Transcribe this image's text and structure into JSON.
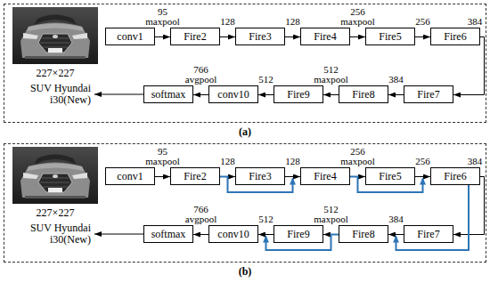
{
  "diagram": {
    "nodes": [
      {
        "text": [
          "(a)"
        ]
      },
      {
        "text": [
          "conv1"
        ],
        "in": 0
      },
      {
        "text": [
          "Fire2"
        ],
        "in": 0
      },
      {
        "text": [
          "Fire3"
        ],
        "in": 0
      },
      {
        "text": [
          "Fire4"
        ],
        "in": 0
      },
      {
        "text": [
          "Fire5"
        ],
        "in": 0
      },
      {
        "text": [
          "Fire6"
        ],
        "in": 0
      },
      {
        "text": [
          "Fire7"
        ],
        "in": 0
      },
      {
        "text": [
          "Fire8"
        ],
        "in": 0
      },
      {
        "text": [
          "Fire9"
        ],
        "in": 0
      },
      {
        "text": [
          "conv10"
        ],
        "in": 0
      },
      {
        "text": [
          "softmax"
        ],
        "in": 0
      },
      {
        "text": [
          "(b)"
        ]
      },
      {
        "text": [
          "conv1"
        ],
        "in": 12
      },
      {
        "text": [
          "Fire2"
        ],
        "in": 12
      },
      {
        "text": [
          "Fire3"
        ],
        "in": 12
      },
      {
        "text": [
          "Fire4"
        ],
        "in": 12
      },
      {
        "text": [
          "Fire5"
        ],
        "in": 12
      },
      {
        "text": [
          "Fire6"
        ],
        "in": 12
      },
      {
        "text": [
          "Fire7"
        ],
        "in": 12
      },
      {
        "text": [
          "Fire8"
        ],
        "in": 12
      },
      {
        "text": [
          "Fire9"
        ],
        "in": 12
      },
      {
        "text": [
          "conv10"
        ],
        "in": 12
      },
      {
        "text": [
          "softmax"
        ],
        "in": 12
      }
    ],
    "edges": [
      {
        "from": 1,
        "to": 2,
        "arrow": "to",
        "label": "95 maxpool"
      },
      {
        "from": 2,
        "to": 3,
        "arrow": "to",
        "label": "128"
      },
      {
        "from": 3,
        "to": 4,
        "arrow": "to",
        "label": "128"
      },
      {
        "from": 4,
        "to": 5,
        "arrow": "to",
        "label": "256 maxpool"
      },
      {
        "from": 5,
        "to": 6,
        "arrow": "to",
        "label": "256"
      },
      {
        "from": 6,
        "to": 7,
        "arrow": "to",
        "label": "384"
      },
      {
        "from": 7,
        "to": 8,
        "arrow": "to",
        "label": "384"
      },
      {
        "from": 8,
        "to": 9,
        "arrow": "to",
        "label": "512 maxpool"
      },
      {
        "from": 9,
        "to": 10,
        "arrow": "to",
        "label": "512"
      },
      {
        "from": 10,
        "to": 11,
        "arrow": "to",
        "label": "766 avgpool"
      },
      {
        "from": 13,
        "to": 14,
        "arrow": "to",
        "label": "95 maxpool"
      },
      {
        "from": 14,
        "to": 15,
        "arrow": "to",
        "label": "128"
      },
      {
        "from": 15,
        "to": 16,
        "arrow": "to",
        "label": "128"
      },
      {
        "from": 16,
        "to": 17,
        "arrow": "to",
        "label": "256 maxpool"
      },
      {
        "from": 17,
        "to": 18,
        "arrow": "to",
        "label": "256"
      },
      {
        "from": 18,
        "to": 19,
        "arrow": "to",
        "label": "384"
      },
      {
        "from": 19,
        "to": 20,
        "arrow": "to",
        "label": "384"
      },
      {
        "from": 20,
        "to": 21,
        "arrow": "to",
        "label": "512 maxpool"
      },
      {
        "from": 21,
        "to": 22,
        "arrow": "to",
        "label": "512"
      },
      {
        "from": 22,
        "to": 23,
        "arrow": "to",
        "label": "766 avgpool"
      },
      {
        "from": 14,
        "to": 16,
        "arrow": "to"
      },
      {
        "from": 16,
        "to": 18,
        "arrow": "to"
      },
      {
        "from": 18,
        "to": 20,
        "arrow": "to"
      },
      {
        "from": 20,
        "to": 22,
        "arrow": "to"
      }
    ],
    "labels": [
      "227×227",
      "SUV Hyundai i30(New)",
      "227×227",
      "SUV Hyundai i30(New)"
    ]
  }
}
